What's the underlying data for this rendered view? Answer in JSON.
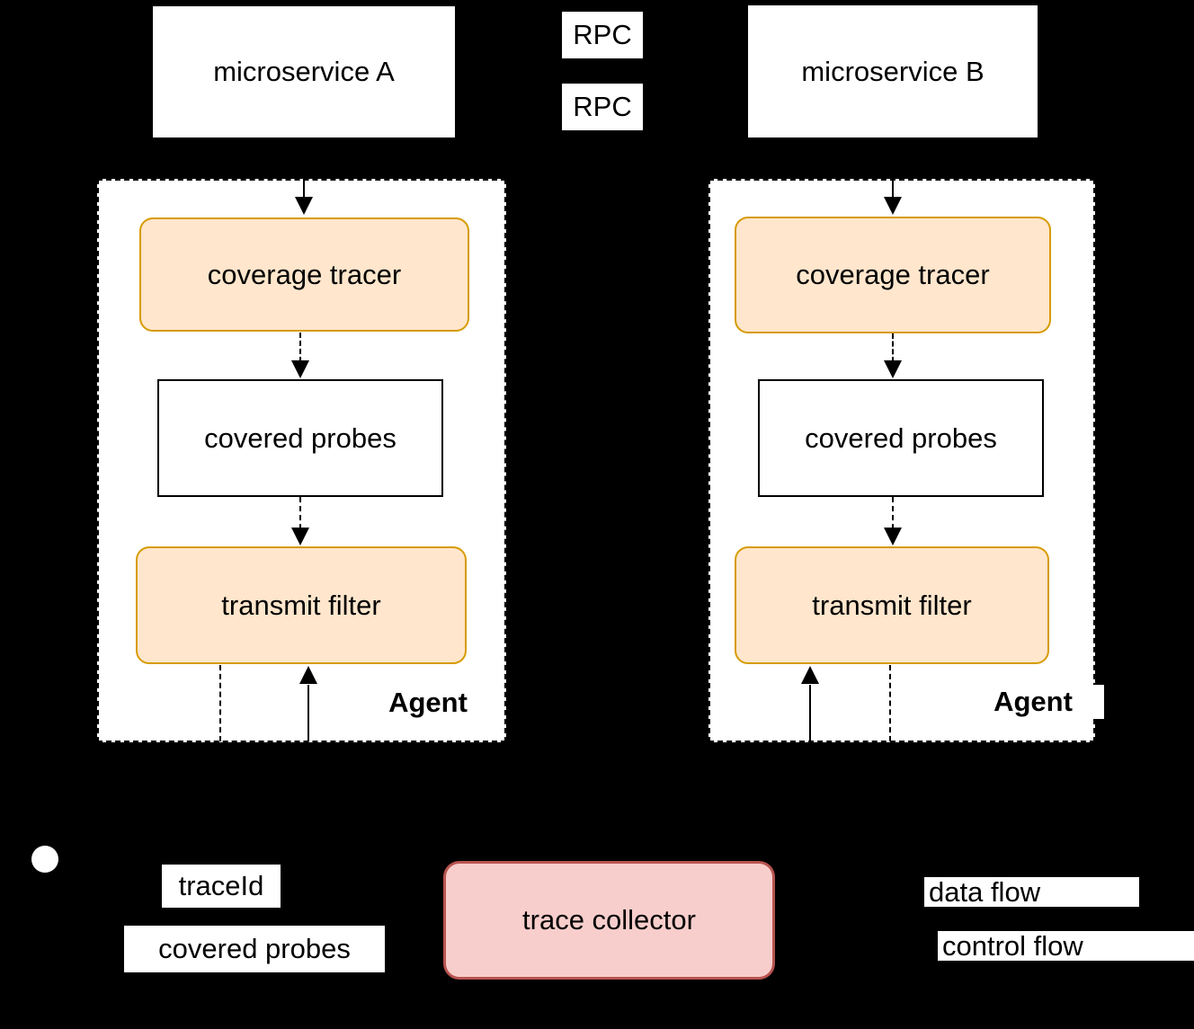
{
  "nodes": {
    "microservice_a": "microservice A",
    "microservice_b": "microservice B",
    "trace_collector": "trace collector"
  },
  "rpc_labels": {
    "top": "RPC",
    "bottom": "RPC"
  },
  "agents": [
    {
      "coverage_tracer": "coverage tracer",
      "covered_probes": "covered probes",
      "transmit_filter": "transmit filter",
      "label": "Agent"
    },
    {
      "coverage_tracer": "coverage tracer",
      "covered_probes": "covered probes",
      "transmit_filter": "transmit filter",
      "label": "Agent"
    }
  ],
  "edge_labels": {
    "trace_id": "traceId",
    "covered_probes": "covered probes"
  },
  "legend": {
    "data_flow": "data flow",
    "control_flow": "control flow"
  },
  "colors": {
    "background": "#000000",
    "node_fill": "#ffffff",
    "node_border": "#000000",
    "tracer_fill": "#ffe6cc",
    "tracer_border": "#d79b00",
    "collector_fill": "#f8cecc",
    "collector_border": "#b85450",
    "line": "#000000"
  }
}
